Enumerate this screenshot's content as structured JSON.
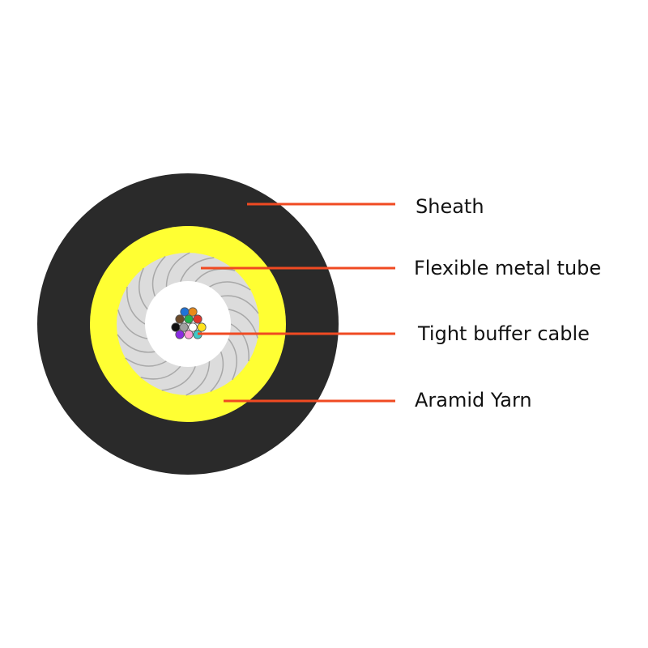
{
  "colors": {
    "sheath": "#2a2a2a",
    "aramid_yarn": "#ffff33",
    "metal_tube": "#dcdcdc",
    "metal_tube_lines": "#a8a8a8",
    "core": "#ffffff",
    "leader": "#f04a22",
    "fiber_stroke": "#555555"
  },
  "labels": {
    "sheath": "Sheath",
    "metal_tube": "Flexible metal tube",
    "tight_buffer": "Tight buffer cable",
    "aramid_yarn": "Aramid Yarn"
  },
  "fiber_colors": [
    "#1e73d8",
    "#e88a1a",
    "#6b4a2a",
    "#22b24c",
    "#e0352b",
    "#111111",
    "#a0a0a0",
    "#ffffff",
    "#ffe21a",
    "#8a2be2",
    "#ff9ad5",
    "#3fc9c9"
  ]
}
